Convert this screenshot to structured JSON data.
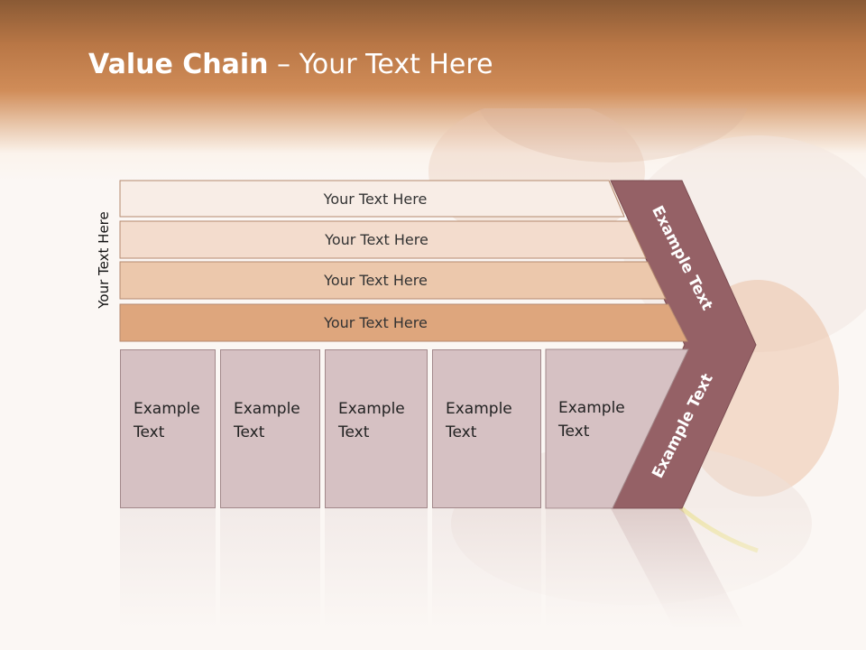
{
  "title": {
    "bold": "Value Chain",
    "rest": " – Your Text Here"
  },
  "side_label": "Your Text Here",
  "bars": [
    {
      "label": "Your Text Here",
      "color": "#f8ede6"
    },
    {
      "label": "Your Text Here",
      "color": "#f3dccd"
    },
    {
      "label": "Your Text Here",
      "color": "#ecc8ac"
    },
    {
      "label": "Your Text Here",
      "color": "#dea67d"
    }
  ],
  "boxes": [
    {
      "line1": "Example",
      "line2": "Text"
    },
    {
      "line1": "Example",
      "line2": "Text"
    },
    {
      "line1": "Example",
      "line2": "Text"
    },
    {
      "line1": "Example",
      "line2": "Text"
    },
    {
      "line1": "Example",
      "line2": "Text"
    }
  ],
  "chevron": {
    "upper_label": "Example Text",
    "lower_label": "Example Text",
    "color": "#956166"
  },
  "colors": {
    "header": "#c8834f",
    "box": "#d6c1c3",
    "box_border": "#a3898b",
    "chevron": "#956166"
  }
}
